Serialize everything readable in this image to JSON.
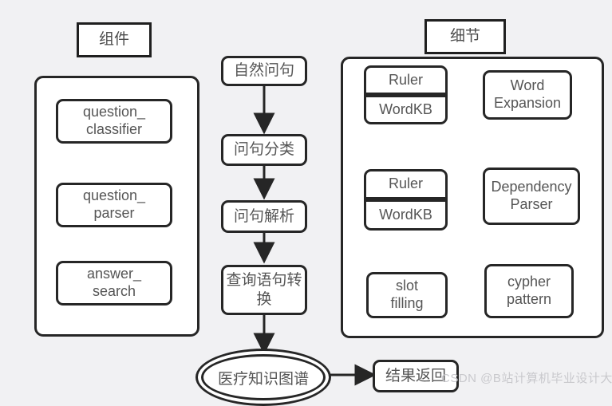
{
  "diagram": {
    "background_color": "#f1f1f3",
    "stroke_color": "#262626",
    "text_color": "#555555",
    "panels": [
      {
        "id": "components",
        "title": "组件"
      },
      {
        "id": "details",
        "title": "细节"
      }
    ],
    "components_panel": {
      "title": "组件",
      "items": [
        {
          "label": "question_\nclassifier"
        },
        {
          "label": "question_\nparser"
        },
        {
          "label": "answer_\nsearch"
        }
      ]
    },
    "flow": {
      "steps": [
        {
          "label": "自然问句"
        },
        {
          "label": "问句分类"
        },
        {
          "label": "问句解析"
        },
        {
          "label": "查询语句转\n换"
        }
      ],
      "knowledge_graph": "医疗知识图谱",
      "result": "结果返回"
    },
    "details_panel": {
      "title": "细节",
      "rows": [
        {
          "left_stack": [
            "Ruler",
            "WordKB"
          ],
          "right": "Word\nExpansion"
        },
        {
          "left_stack": [
            "Ruler",
            "WordKB"
          ],
          "right": "Dependency\nParser"
        },
        {
          "left_single": "slot\nfilling",
          "right": "cypher\npattern"
        }
      ]
    },
    "watermark": "CSDN @B站计算机毕业设计大学"
  }
}
